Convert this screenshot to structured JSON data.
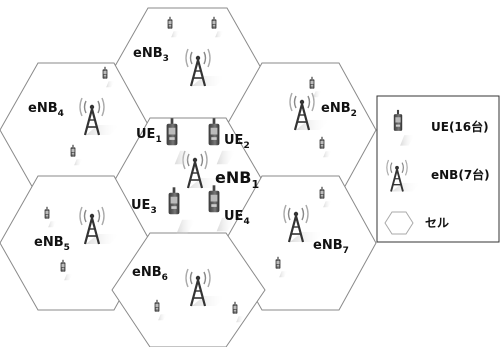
{
  "cells": [
    {
      "id": "eNB3",
      "name": "eNB",
      "sub": "3"
    },
    {
      "id": "eNB4",
      "name": "eNB",
      "sub": "4"
    },
    {
      "id": "eNB2",
      "name": "eNB",
      "sub": "2"
    },
    {
      "id": "eNB1",
      "name": "eNB",
      "sub": "1"
    },
    {
      "id": "eNB5",
      "name": "eNB",
      "sub": "5"
    },
    {
      "id": "eNB7",
      "name": "eNB",
      "sub": "7"
    },
    {
      "id": "eNB6",
      "name": "eNB",
      "sub": "6"
    }
  ],
  "ues": [
    {
      "name": "UE",
      "sub": "1"
    },
    {
      "name": "UE",
      "sub": "2"
    },
    {
      "name": "UE",
      "sub": "3"
    },
    {
      "name": "UE",
      "sub": "4"
    }
  ],
  "legend": {
    "ue_label": "UE(16台)",
    "enb_label": "eNB(7台)",
    "cell_label": "セル"
  },
  "colors": {
    "hex_stroke": "#8a8a8a",
    "icon_dark": "#4a4a4a",
    "icon_light": "#9a9a9a"
  }
}
